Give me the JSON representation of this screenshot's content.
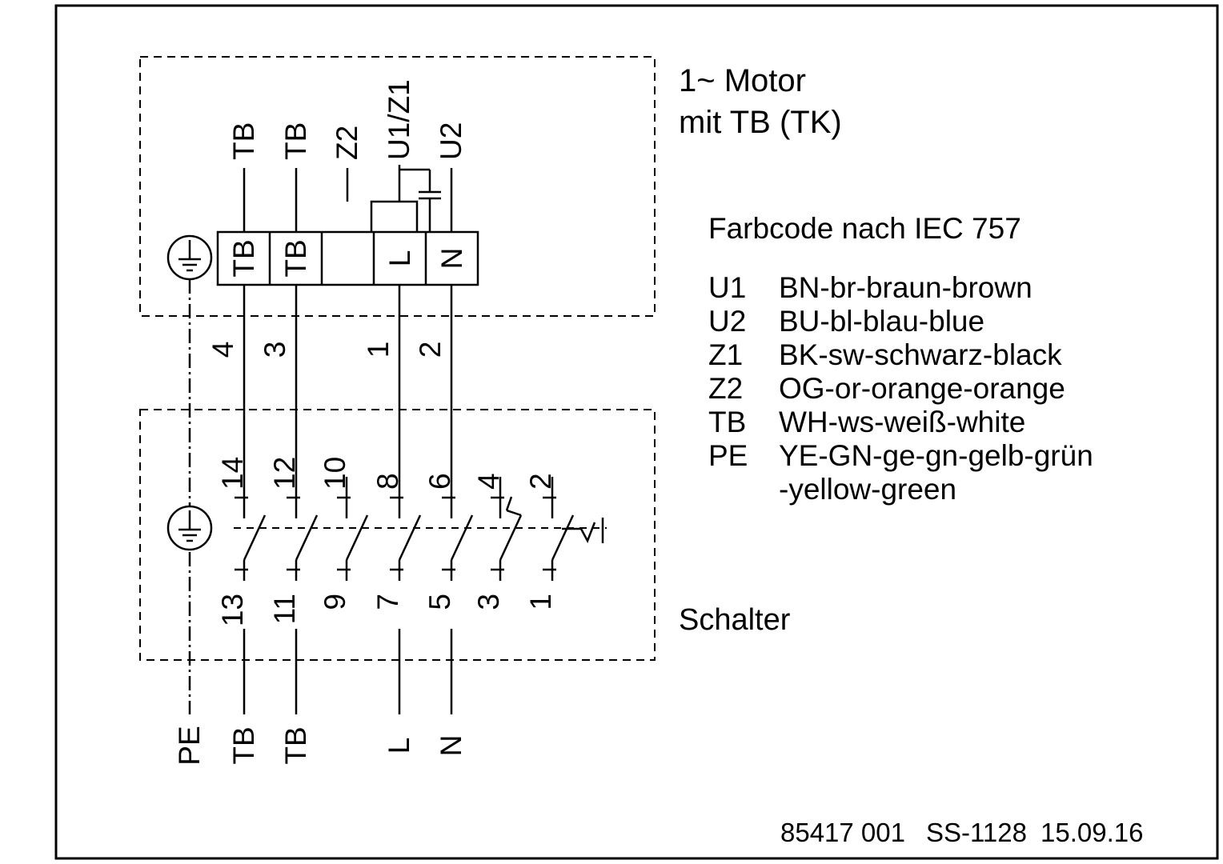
{
  "page": {
    "background": "#ffffff",
    "ink": "#000000"
  },
  "motor_section": {
    "title_line1": "1~ Motor",
    "title_line2": "mit TB (TK)",
    "lead_labels": [
      "TB",
      "TB",
      "Z2",
      "U1/Z1",
      "U2"
    ],
    "terminal_labels": [
      "TB",
      "TB",
      "",
      "L",
      "N"
    ]
  },
  "interconnect": {
    "wire_numbers": [
      "4",
      "3",
      "1",
      "2"
    ]
  },
  "switch_section": {
    "label": "Schalter",
    "top_terminal_numbers": [
      "14",
      "12",
      "10",
      "8",
      "6",
      "4",
      "2"
    ],
    "bottom_terminal_numbers": [
      "13",
      "11",
      "9",
      "7",
      "5",
      "3",
      "1"
    ]
  },
  "bottom_labels": [
    "PE",
    "TB",
    "TB",
    "L",
    "N"
  ],
  "legend": {
    "title": "Farbcode nach IEC 757",
    "entries": [
      {
        "code": "U1",
        "desc": "BN-br-braun-brown"
      },
      {
        "code": "U2",
        "desc": "BU-bl-blau-blue"
      },
      {
        "code": "Z1",
        "desc": "BK-sw-schwarz-black"
      },
      {
        "code": "Z2",
        "desc": "OG-or-orange-orange"
      },
      {
        "code": "TB",
        "desc": "WH-ws-weiß-white"
      },
      {
        "code": "PE",
        "desc": "YE-GN-ge-gn-gelb-grün"
      },
      {
        "code": "",
        "desc": "-yellow-green"
      }
    ]
  },
  "footer": {
    "part_number": "85417 001",
    "drawing_number": "SS-1128",
    "date": "15.09.16"
  }
}
